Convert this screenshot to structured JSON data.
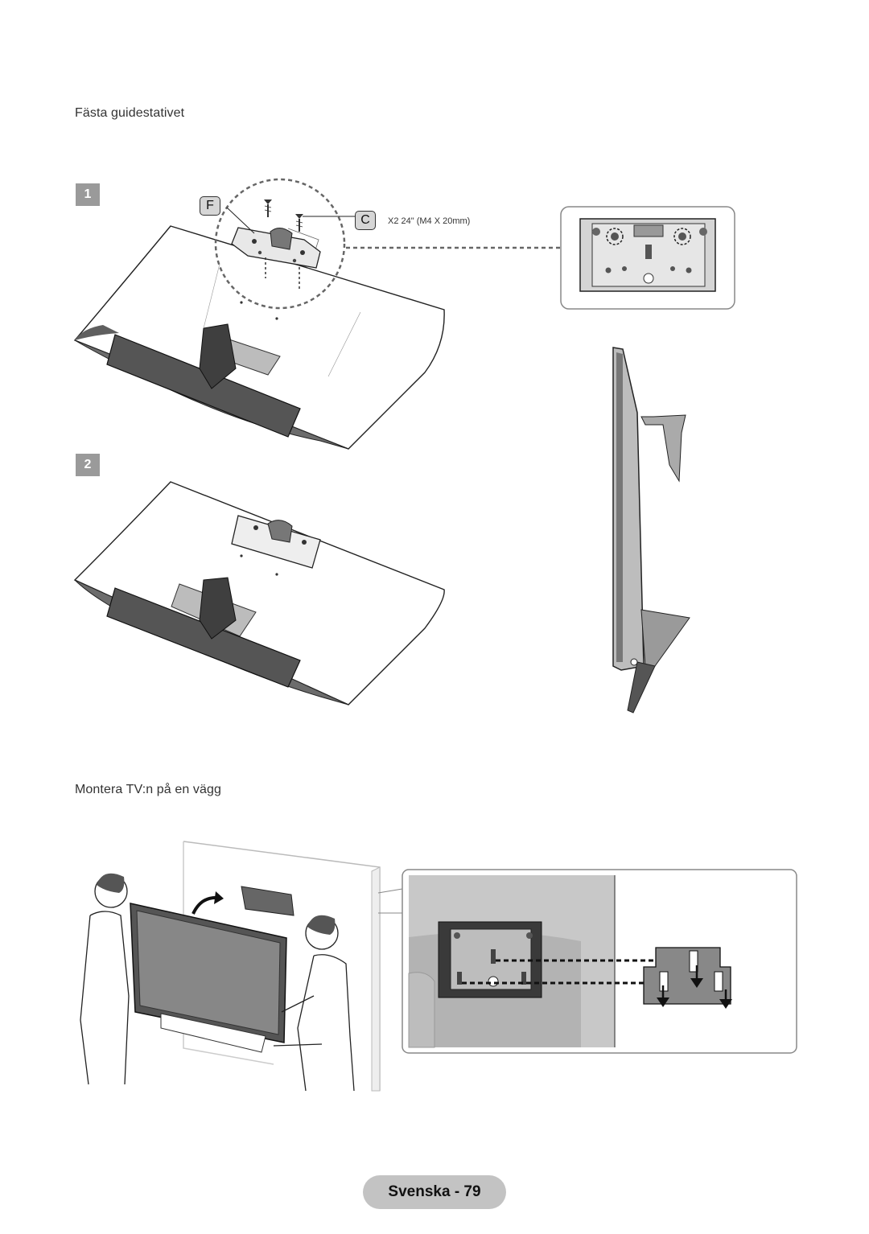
{
  "section1": {
    "title": "Fästa guidestativet"
  },
  "section2": {
    "title": "Montera TV:n på en vägg"
  },
  "steps": [
    "1",
    "2"
  ],
  "parts": {
    "bracket": "F",
    "screw": "C"
  },
  "screw_spec": "X2 24\" (M4 X 20mm)",
  "footer": {
    "page": "Svenska - 79"
  },
  "icons": [
    "tv-back-illustration",
    "stand-bracket-icon",
    "screw-icon",
    "tv-side-view",
    "wall-mount-illustration",
    "mount-detail-zoom",
    "arrow-down-icon"
  ]
}
